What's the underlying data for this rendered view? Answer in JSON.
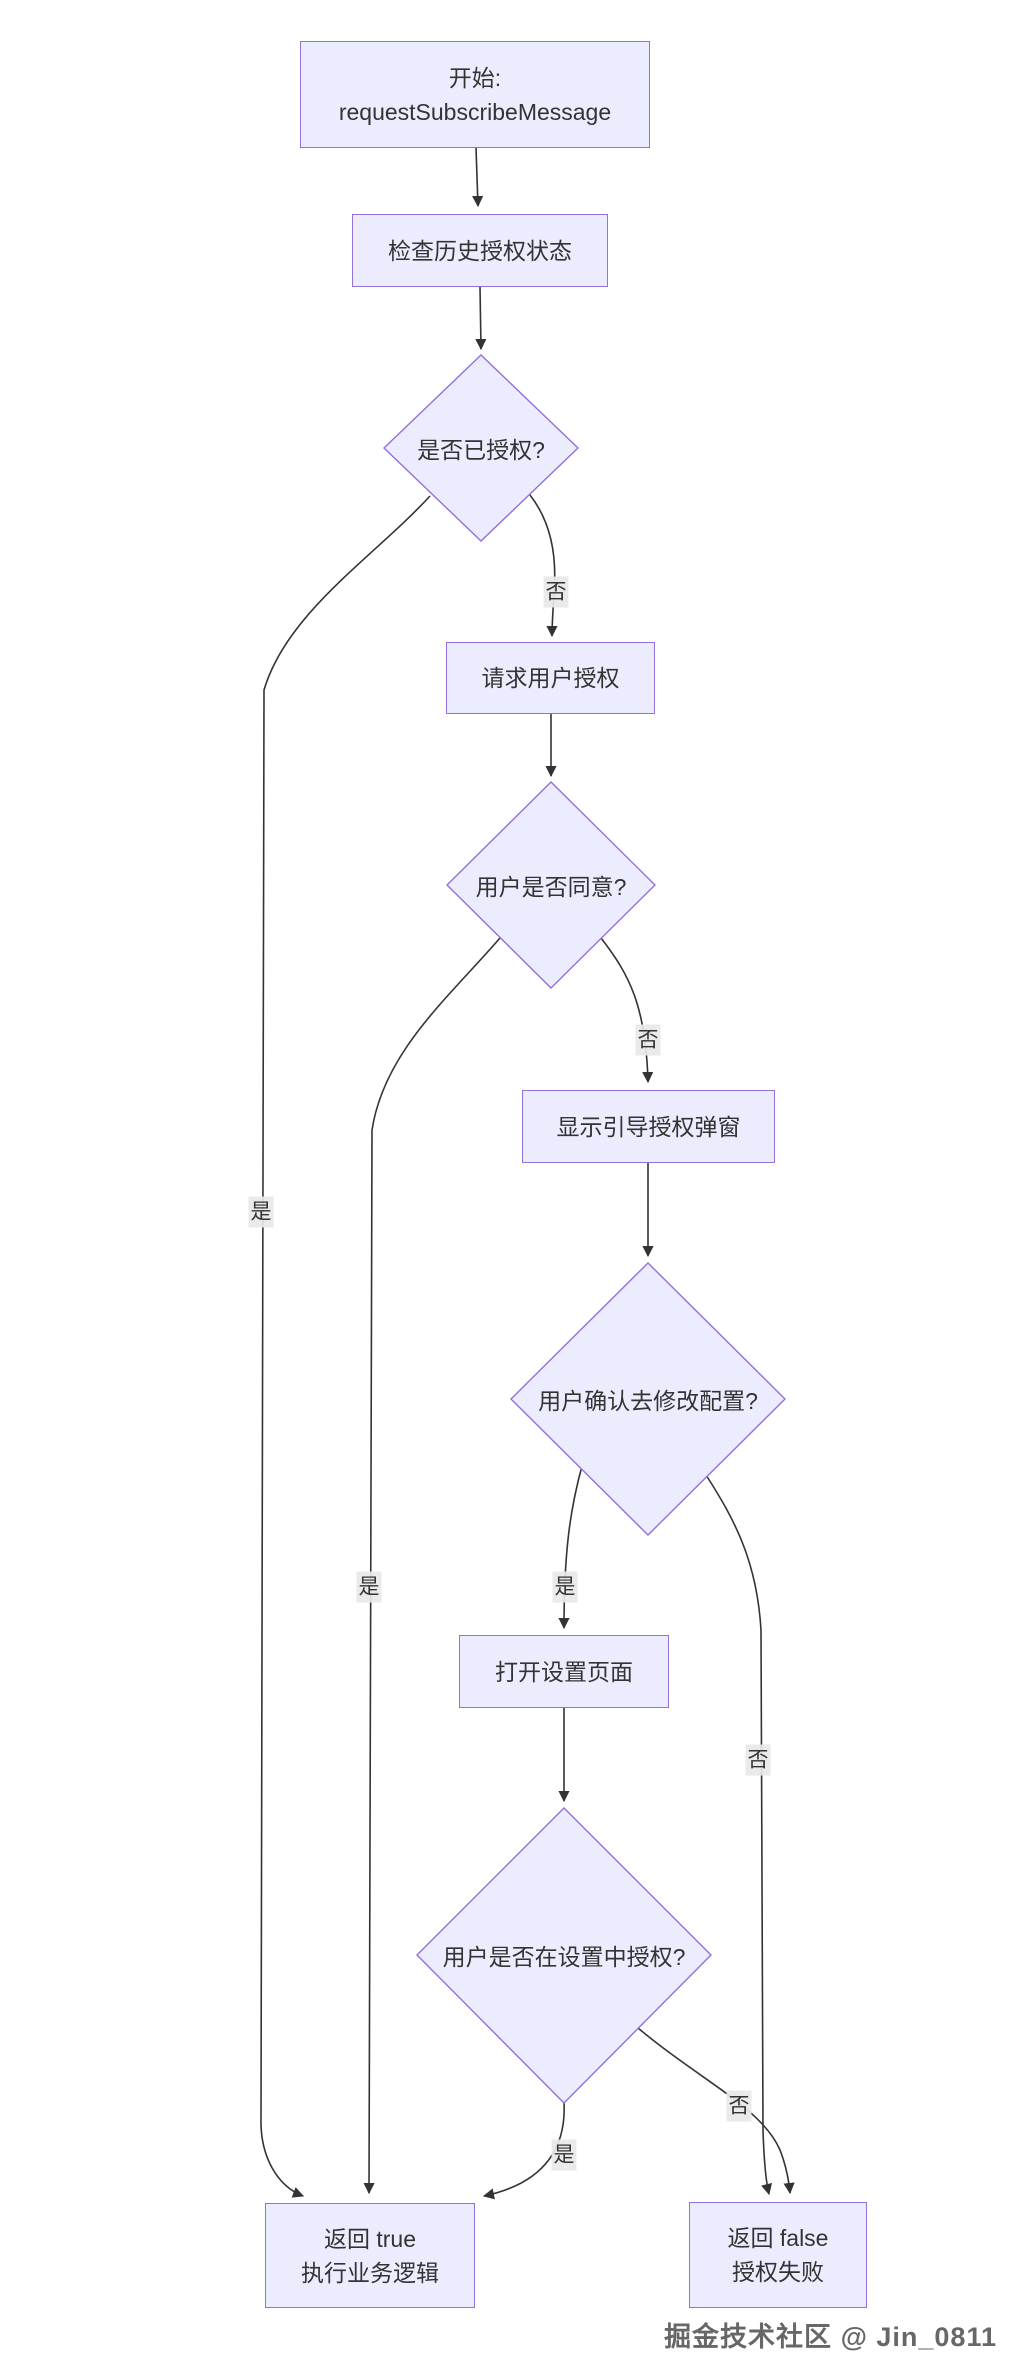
{
  "diagram": {
    "nodes": {
      "start": {
        "line1": "开始:",
        "line2": "requestSubscribeMessage"
      },
      "check_history": {
        "label": "检查历史授权状态"
      },
      "is_authorized": {
        "label": "是否已授权?"
      },
      "request_auth": {
        "label": "请求用户授权"
      },
      "user_agree": {
        "label": "用户是否同意?"
      },
      "show_guide_modal": {
        "label": "显示引导授权弹窗"
      },
      "confirm_modify": {
        "label": "用户确认去修改配置?"
      },
      "open_settings": {
        "label": "打开设置页面"
      },
      "settings_authorized": {
        "label": "用户是否在设置中授权?"
      },
      "return_true": {
        "line1": "返回 true",
        "line2": "执行业务逻辑"
      },
      "return_false": {
        "line1": "返回 false",
        "line2": "授权失败"
      }
    },
    "edge_labels": {
      "no1": "否",
      "yes1": "是",
      "no2": "否",
      "yes2": "是",
      "yes3": "是",
      "no3": "否",
      "yes4": "是",
      "no4": "否"
    },
    "watermark": "掘金技术社区 @ Jin_0811",
    "colors": {
      "node_fill": "#ECECFF",
      "node_border": "#9370DB",
      "edge_line": "#333333",
      "edge_label_bg": "#e8e8e8",
      "text": "#333333",
      "watermark": "#3c3c3c"
    }
  }
}
